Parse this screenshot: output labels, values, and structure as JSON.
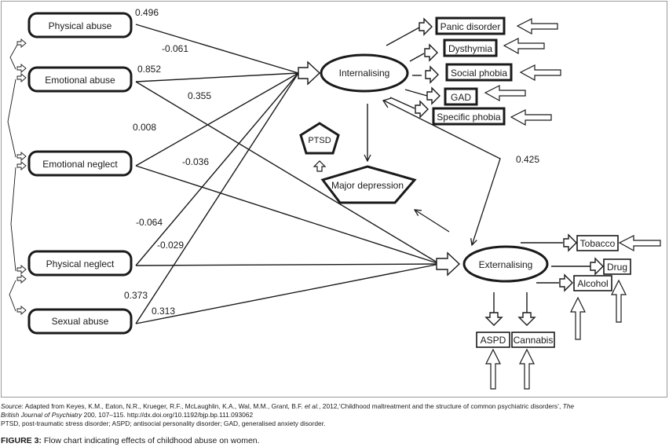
{
  "figure": {
    "label": "FIGURE 3:",
    "title": "Flow chart indicating effects of childhood abuse on women."
  },
  "caption": {
    "source_label": "Source",
    "source_text_1": ": Adapted from Keyes, K.M., Eaton, N.R., Krueger, R.F., McLaughlin, K.A., Wal, M.M., Grant, B.F. ",
    "source_etal": "et al.",
    "source_text_2": ", 2012,‘Childhood maltreatment and the structure of common psychiatric disorders’, ",
    "source_journal_1": "The",
    "source_journal_2": "British Journal of Psychiatry",
    "source_text_3": " 200, 107–115. http://dx.doi.org/10.1192/bjp.bp.111.093062",
    "abbreviations": "PTSD, post-traumatic stress disorder; ASPD; antisocial personality disorder; GAD, generalised anxiety disorder."
  },
  "diagram": {
    "predictors": [
      {
        "id": "physical_abuse",
        "label": "Physical abuse"
      },
      {
        "id": "emotional_abuse",
        "label": "Emotional abuse"
      },
      {
        "id": "emotional_neglect",
        "label": "Emotional neglect"
      },
      {
        "id": "physical_neglect",
        "label": "Physical neglect"
      },
      {
        "id": "sexual_abuse",
        "label": "Sexual abuse"
      }
    ],
    "latent": {
      "internalising": "Internalising",
      "externalising": "Externalising"
    },
    "pentagons": {
      "ptsd": "PTSD",
      "major_depression": "Major depression"
    },
    "internalising_disorders": [
      "Panic disorder",
      "Dysthymia",
      "Social phobia",
      "GAD",
      "Specific phobia"
    ],
    "externalising_disorders": {
      "tobacco": "Tobacco",
      "drug": "Drug",
      "alcohol": "Alcohol",
      "aspd": "ASPD",
      "cannabis": "Cannabis"
    },
    "coefficients": {
      "physical_abuse_int": "0.496",
      "physical_abuse_ext": "-0.061",
      "emotional_abuse_int": "0.852",
      "emotional_abuse_ext": "0.355",
      "emotional_neglect_int": "0.008",
      "emotional_neglect_ext": "-0.036",
      "physical_neglect_int": "-0.064",
      "physical_neglect_ext": "-0.029",
      "sexual_abuse_int": "0.373",
      "sexual_abuse_ext": "0.313",
      "int_ext_correlation": "0.425"
    }
  }
}
